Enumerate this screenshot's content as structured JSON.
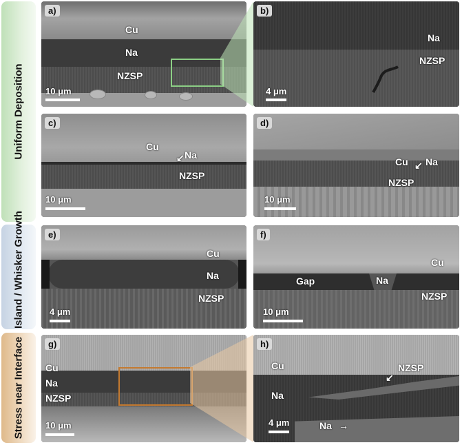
{
  "sections": {
    "uniform": "Uniform Deposition",
    "island": "Island / Whisker Growth",
    "stress": "Stress near Interface"
  },
  "panels": {
    "a": {
      "label": "a)",
      "cu": "Cu",
      "na": "Na",
      "nzsp": "NZSP",
      "scale": "10 μm"
    },
    "b": {
      "label": "b)",
      "na": "Na",
      "nzsp": "NZSP",
      "scale": "4 μm"
    },
    "c": {
      "label": "c)",
      "cu": "Cu",
      "na": "Na",
      "nzsp": "NZSP",
      "scale": "10 μm"
    },
    "d": {
      "label": "d)",
      "cu": "Cu",
      "na": "Na",
      "nzsp": "NZSP",
      "scale": "10 μm"
    },
    "e": {
      "label": "e)",
      "cu": "Cu",
      "na": "Na",
      "nzsp": "NZSP",
      "scale": "4 μm"
    },
    "f": {
      "label": "f)",
      "cu": "Cu",
      "gap": "Gap",
      "na": "Na",
      "nzsp": "NZSP",
      "scale": "10 μm"
    },
    "g": {
      "label": "g)",
      "cu": "Cu",
      "na": "Na",
      "nzsp": "NZSP",
      "scale": "10 μm"
    },
    "h": {
      "label": "h)",
      "cu": "Cu",
      "na": "Na",
      "nzsp": "NZSP",
      "na2": "Na",
      "scale": "4 μm"
    }
  },
  "colors": {
    "uniform_section": "#c9e6c2",
    "island_section": "#cfd9e6",
    "stress_section": "#e7c49b",
    "zoom_box_green": "#8ccf85",
    "zoom_box_orange": "#c47a30"
  }
}
